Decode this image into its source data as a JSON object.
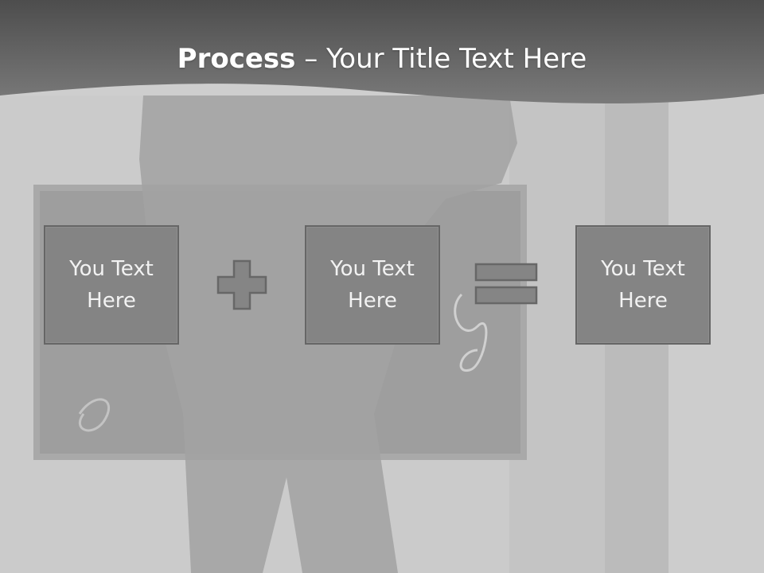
{
  "title": {
    "bold": "Process",
    "separator": " – ",
    "rest": "Your Title Text Here"
  },
  "boxes": [
    {
      "text": "You Text Here"
    },
    {
      "text": "You Text Here"
    },
    {
      "text": "You Text Here"
    }
  ],
  "icons": {
    "operator_1": "plus-icon",
    "operator_2": "equals-icon"
  },
  "colors": {
    "header_band": "#5f5f5f",
    "box_fill": "#848484",
    "box_border": "#666666",
    "title_text": "#ffffff",
    "box_text": "#f2f2f2"
  }
}
